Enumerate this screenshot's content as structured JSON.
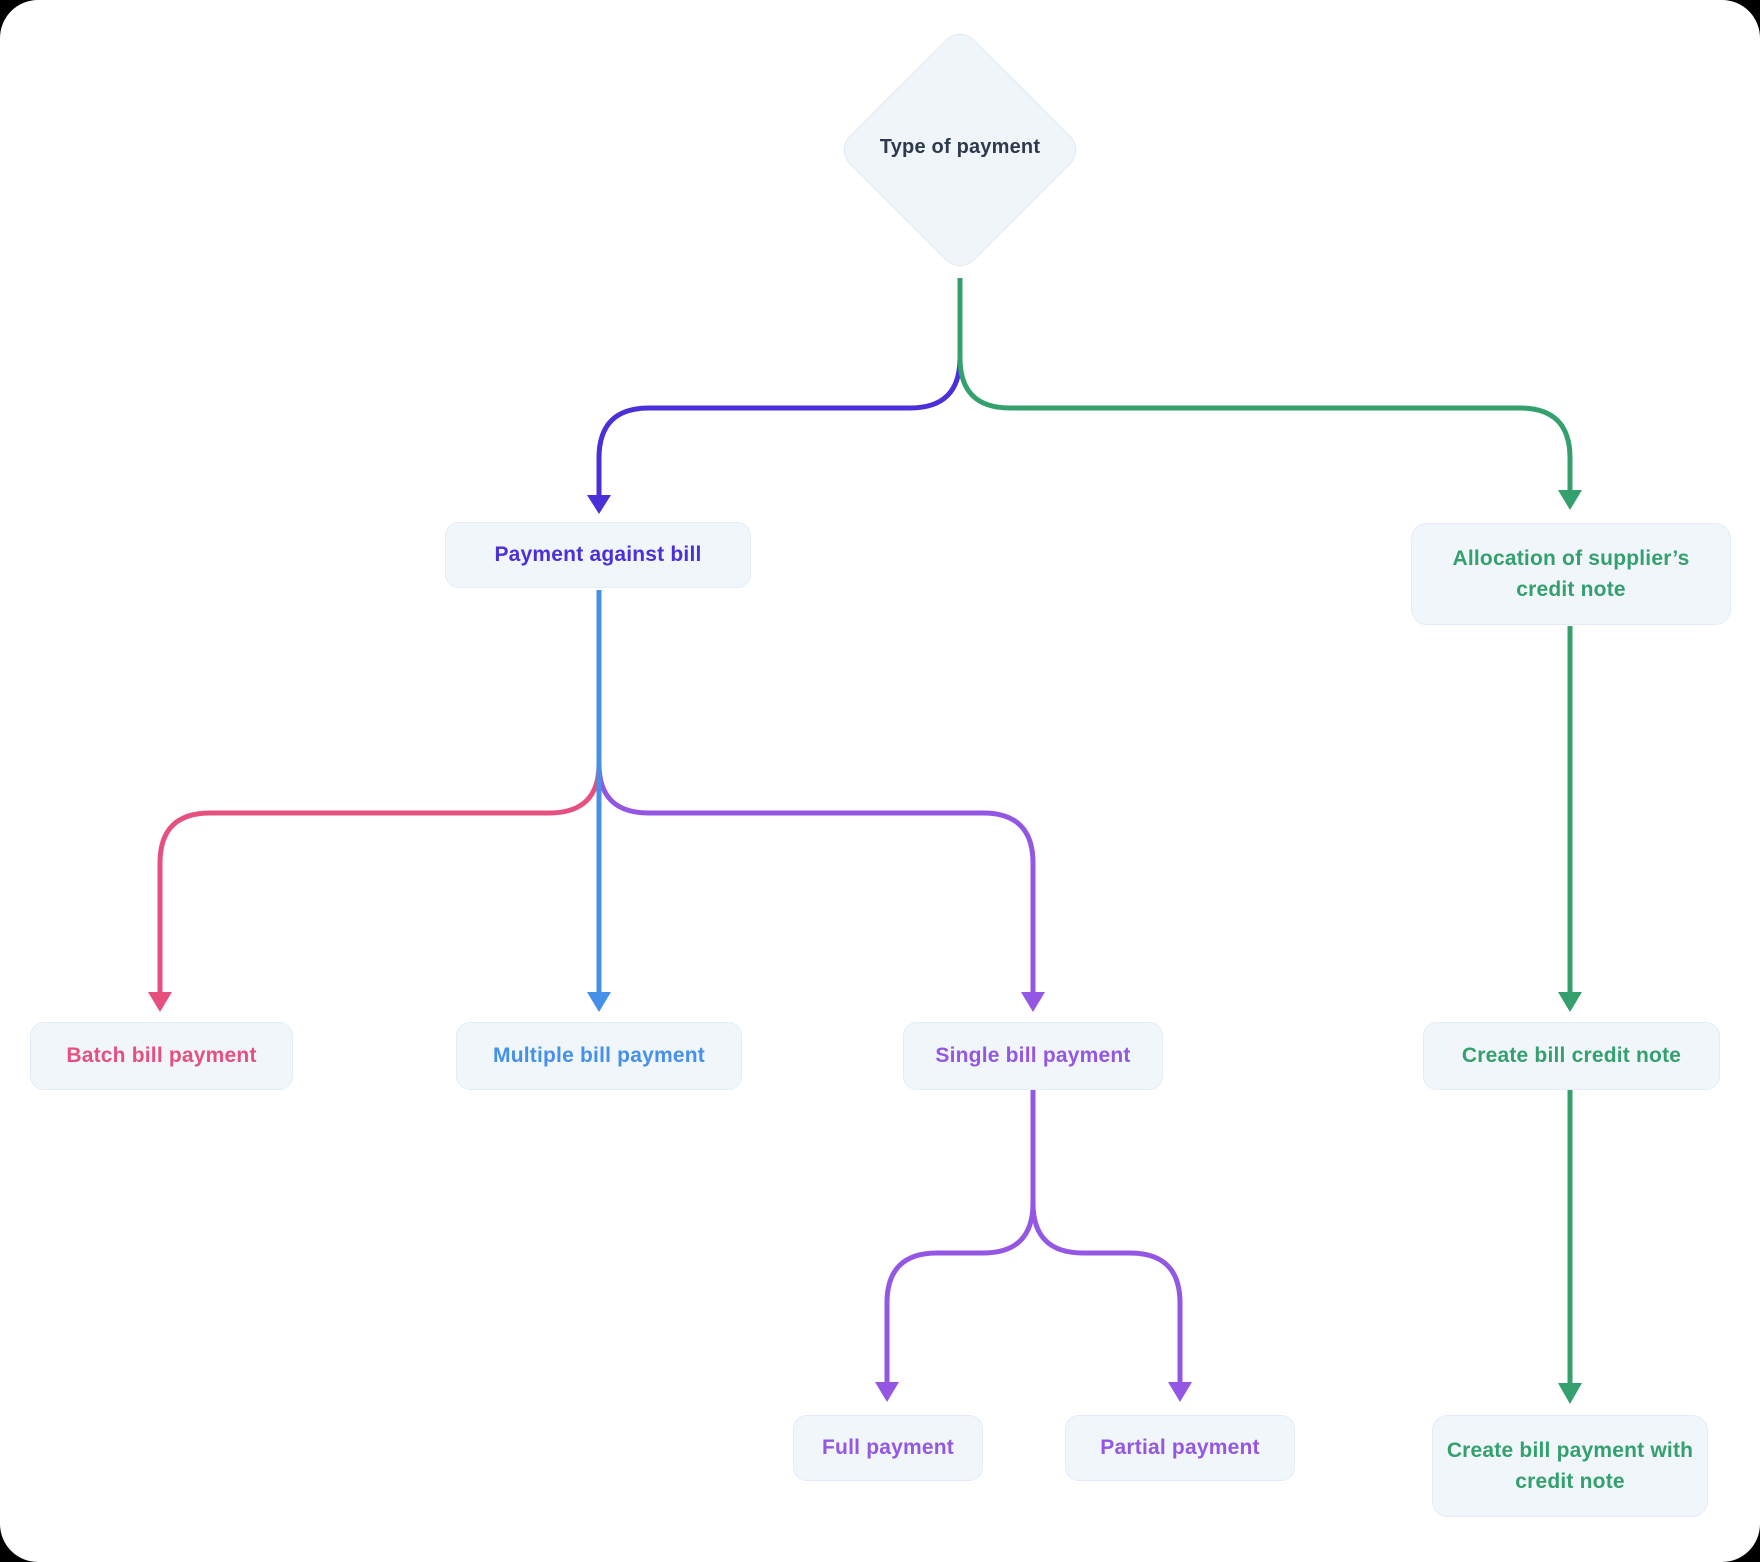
{
  "colors": {
    "indigo": "#4b2fd8",
    "green": "#33a06e",
    "blue": "#4590ea",
    "pink": "#e6507f",
    "purple": "#9457e4",
    "dark": "#2d3a4d",
    "node_bg": "#f1f6fa",
    "node_border": "#e3ecf6"
  },
  "nodes": {
    "type_of_payment": {
      "label": "Type of payment"
    },
    "payment_against_bill": {
      "label": "Payment against bill"
    },
    "allocation_supplier_credit_note": {
      "label": "Allocation of supplier’s credit note"
    },
    "batch_bill_payment": {
      "label": "Batch bill payment"
    },
    "multiple_bill_payment": {
      "label": "Multiple bill payment"
    },
    "single_bill_payment": {
      "label": "Single bill payment"
    },
    "create_bill_credit_note": {
      "label": "Create bill credit note"
    },
    "full_payment": {
      "label": "Full payment"
    },
    "partial_payment": {
      "label": "Partial payment"
    },
    "create_bill_payment_with_credit_note": {
      "label": "Create bill payment with credit note"
    }
  },
  "edges": [
    {
      "from": "type_of_payment",
      "to": "payment_against_bill",
      "color_key": "indigo"
    },
    {
      "from": "type_of_payment",
      "to": "allocation_supplier_credit_note",
      "color_key": "green"
    },
    {
      "from": "payment_against_bill",
      "to": "batch_bill_payment",
      "color_key": "pink"
    },
    {
      "from": "payment_against_bill",
      "to": "multiple_bill_payment",
      "color_key": "blue"
    },
    {
      "from": "payment_against_bill",
      "to": "single_bill_payment",
      "color_key": "purple"
    },
    {
      "from": "single_bill_payment",
      "to": "full_payment",
      "color_key": "purple"
    },
    {
      "from": "single_bill_payment",
      "to": "partial_payment",
      "color_key": "purple"
    },
    {
      "from": "allocation_supplier_credit_note",
      "to": "create_bill_credit_note",
      "color_key": "green"
    },
    {
      "from": "create_bill_credit_note",
      "to": "create_bill_payment_with_credit_note",
      "color_key": "green"
    }
  ]
}
